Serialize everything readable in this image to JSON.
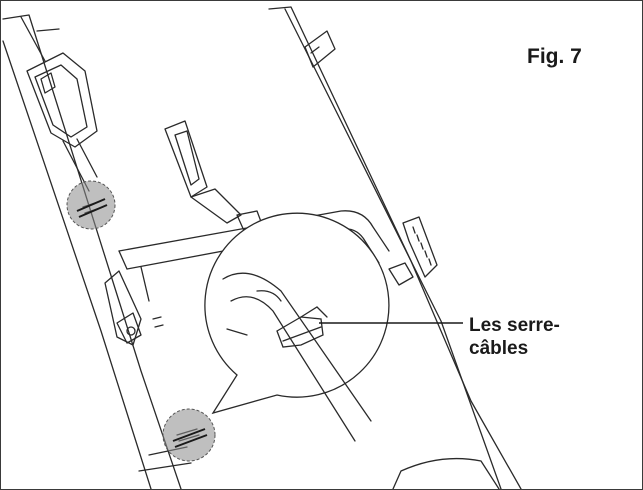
{
  "figure": {
    "label": "Fig. 7"
  },
  "callout": {
    "line1": "Les serre-",
    "line2": "câbles"
  },
  "colors": {
    "ink": "#2a2a2a",
    "highlight": "#7a7a7a",
    "background": "#ffffff"
  }
}
